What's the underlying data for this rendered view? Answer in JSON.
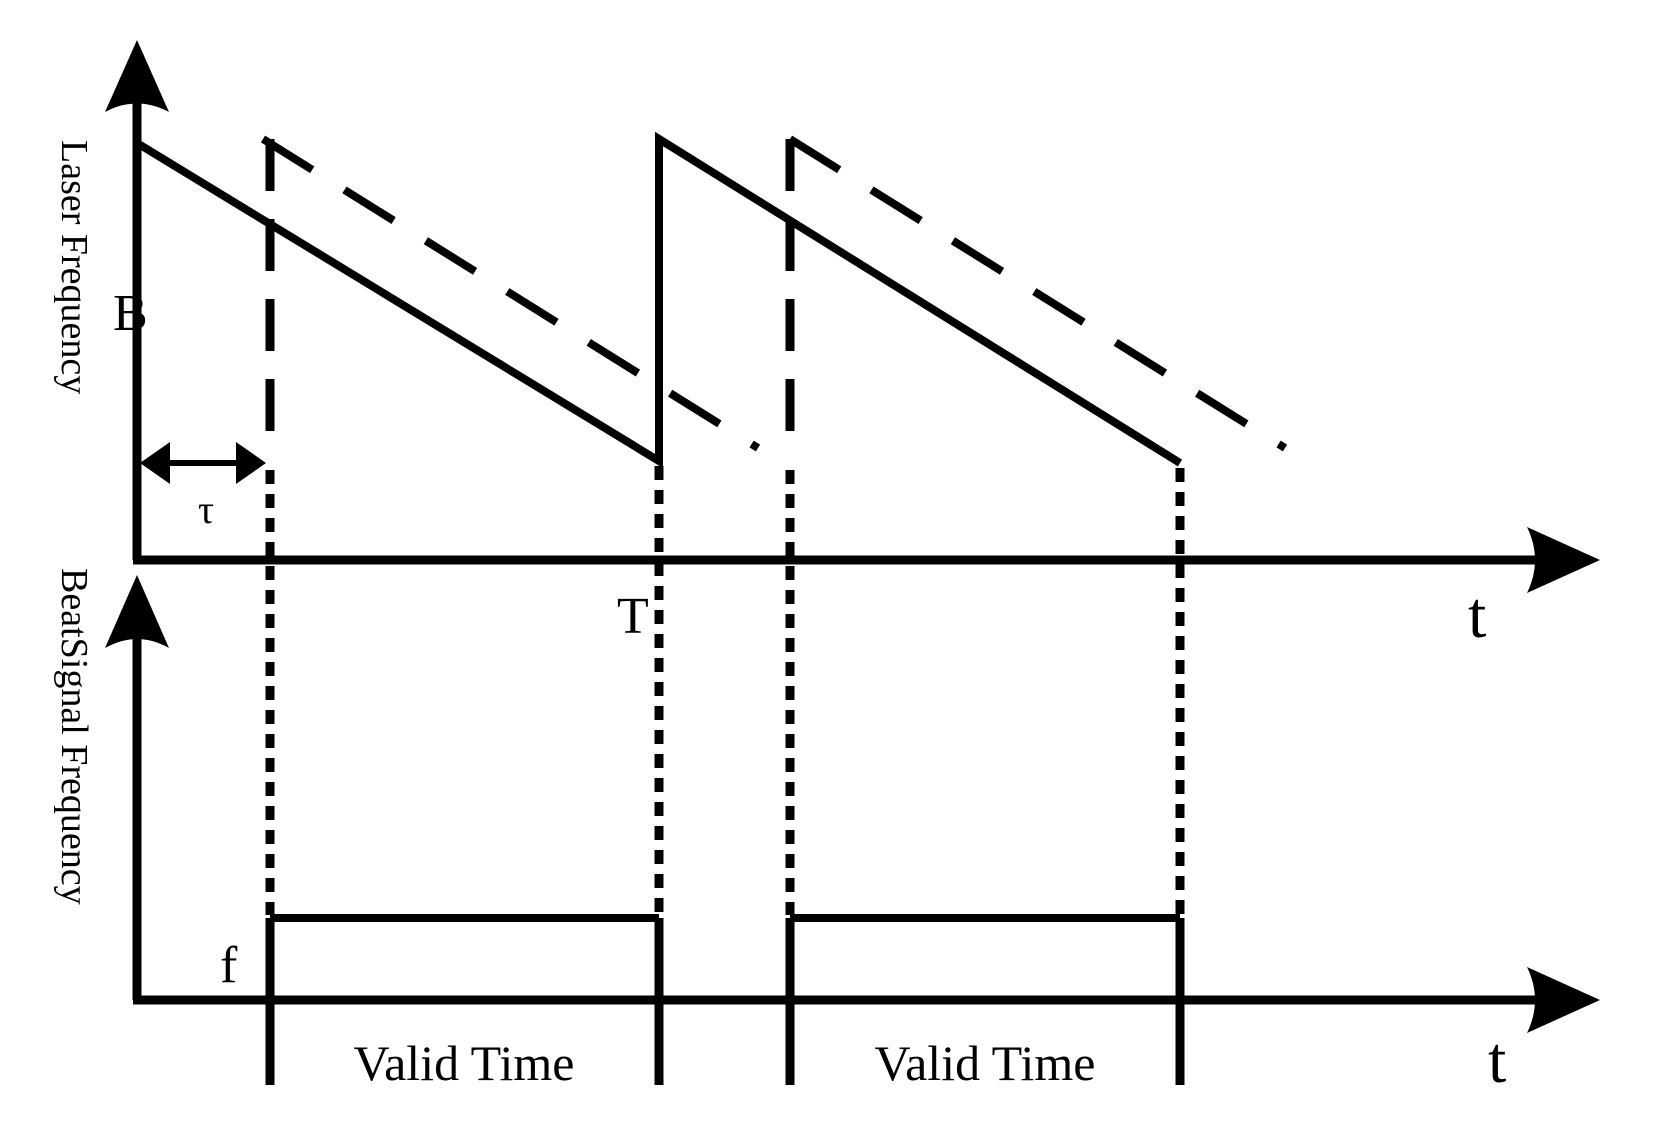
{
  "top_panel": {
    "y_axis_label": "Laser Frequency",
    "x_axis_label": "t",
    "bandwidth_label": "B",
    "delay_label": "τ",
    "period_label": "T"
  },
  "bottom_panel": {
    "y_axis_label": "BeatSignal Frequency",
    "x_axis_label": "t",
    "beat_frequency_label": "f",
    "windows": [
      {
        "label": "Valid Time"
      },
      {
        "label": "Valid Time"
      }
    ]
  },
  "legend": {
    "transmitted_signal": "solid sawtooth",
    "received_signal": "dashed sawtooth (delayed by τ)"
  },
  "colors": {
    "ink": "#000000",
    "background": "#ffffff"
  }
}
